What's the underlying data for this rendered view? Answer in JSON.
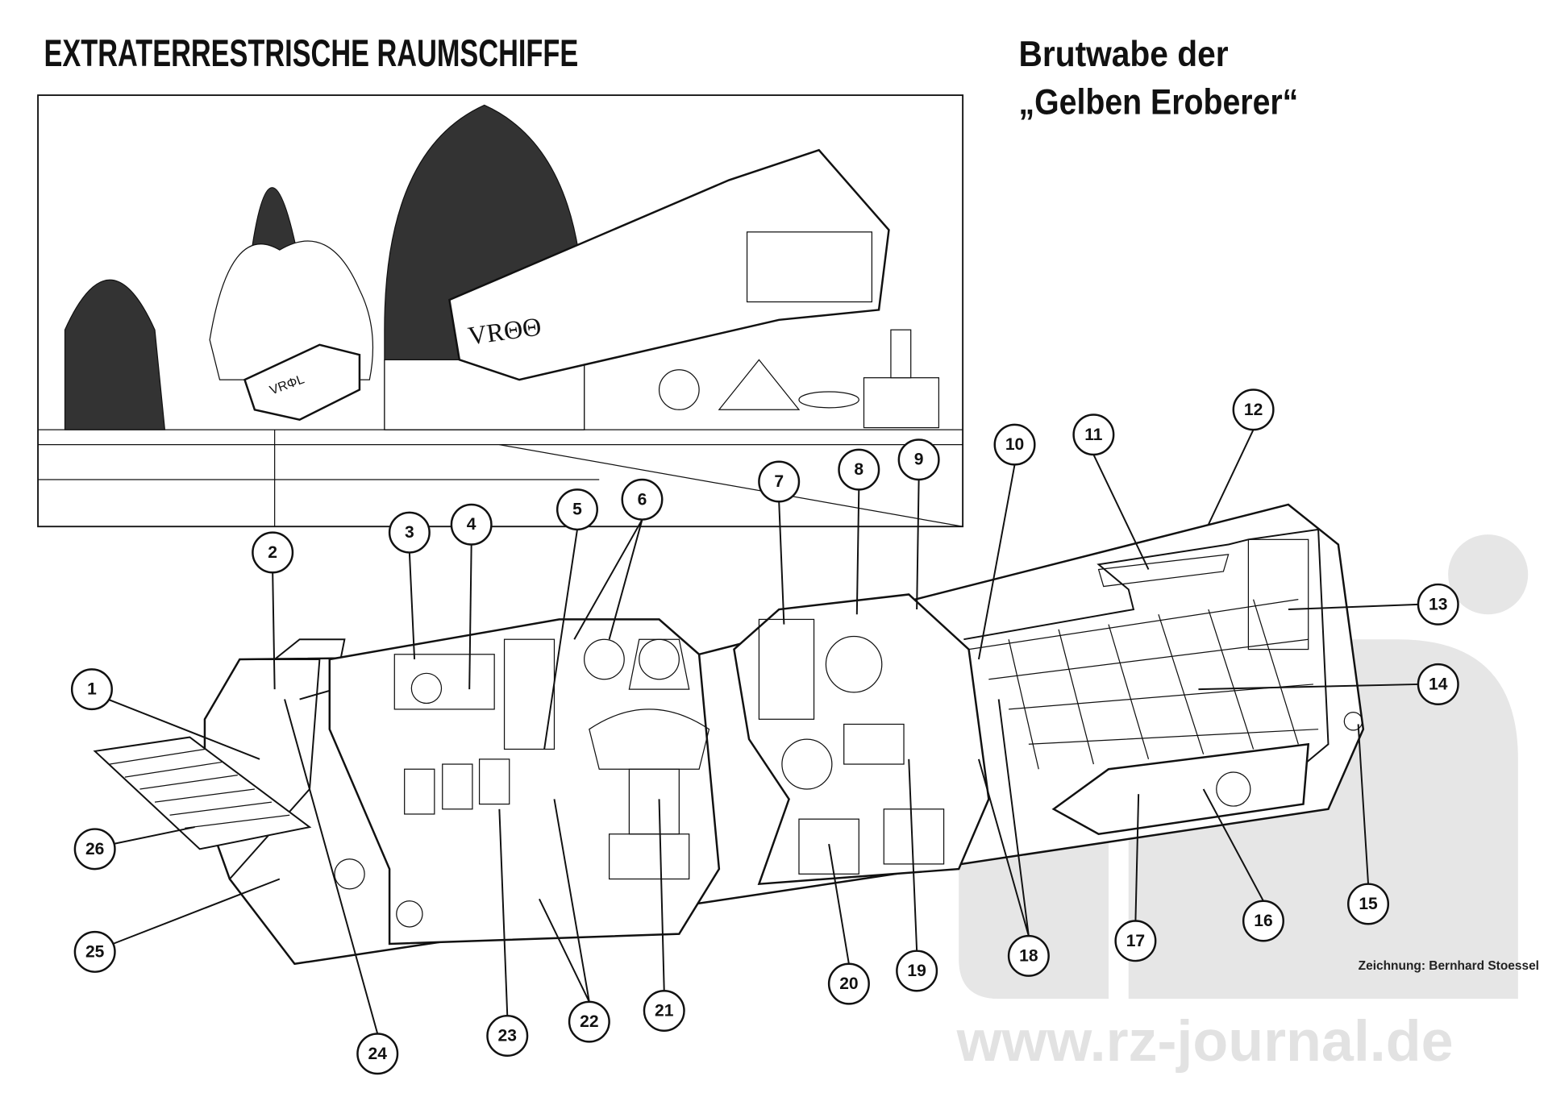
{
  "header": {
    "series_title": "EXTRATERRESTRISCHE RAUMSCHIFFE",
    "ship_title_line1": "Brutwabe der",
    "ship_title_line2": "„Gelben Eroberer“"
  },
  "illustration": {
    "hull_inscription_large": "VRΘΘ",
    "hull_inscription_small": "VRΦL"
  },
  "callouts": [
    "1",
    "2",
    "3",
    "4",
    "5",
    "6",
    "7",
    "8",
    "9",
    "10",
    "11",
    "12",
    "13",
    "14",
    "15",
    "16",
    "17",
    "18",
    "19",
    "20",
    "21",
    "22",
    "23",
    "24",
    "25",
    "26"
  ],
  "footer": {
    "credit": "Zeichnung: Bernhard Stoessel",
    "watermark_url": "www.rz-journal.de",
    "watermark_logo": "rz"
  }
}
